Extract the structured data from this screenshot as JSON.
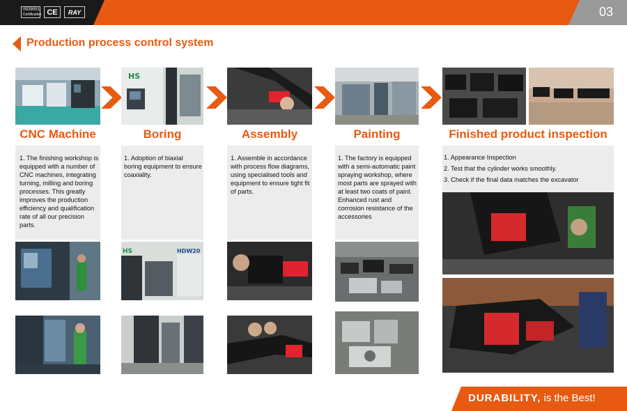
{
  "header": {
    "page_number": "03",
    "iso_badge": "ISO9001",
    "iso_badge_sub": "Certification",
    "ce_badge": "CE",
    "brand_badge": "RAY"
  },
  "title": "Production process control system",
  "stages": [
    {
      "title": "CNC Machine",
      "description": "1. The finishing workshop is equipped with a number of CNC machines, integrating turning, milling and boring processes. This greatly improves the production efficiency and qualification rate of all our precision parts."
    },
    {
      "title": "Boring",
      "description": "1. Adoption of biaxial boring equipment to ensure coaxiality."
    },
    {
      "title": "Assembly",
      "description": "1. Assemble in accordance with process flow diagrams, using specialised tools and equipment to ensure tight fit of parts."
    },
    {
      "title": "Painting",
      "description": "1. The factory is equipped with a semi-automatic paint spraying workshop, where most parts are sprayed with at least two coats of paint. Enhanced rust and corrosion resistance of the accessories"
    },
    {
      "title": "Finished product inspection",
      "items": [
        "1. Appearance Inspection",
        "2. Test that the cylinder works smoothly.",
        "3. Check if the final data matches the excavator"
      ]
    }
  ],
  "photo_signs": {
    "boring_brand": "HS",
    "boring_model": "HDW20"
  },
  "footer": {
    "strong": "DURABILITY,",
    "rest": " is the Best!"
  },
  "colors": {
    "accent": "#e85a12",
    "dark": "#1a1a1a",
    "panel": "#ececec"
  }
}
